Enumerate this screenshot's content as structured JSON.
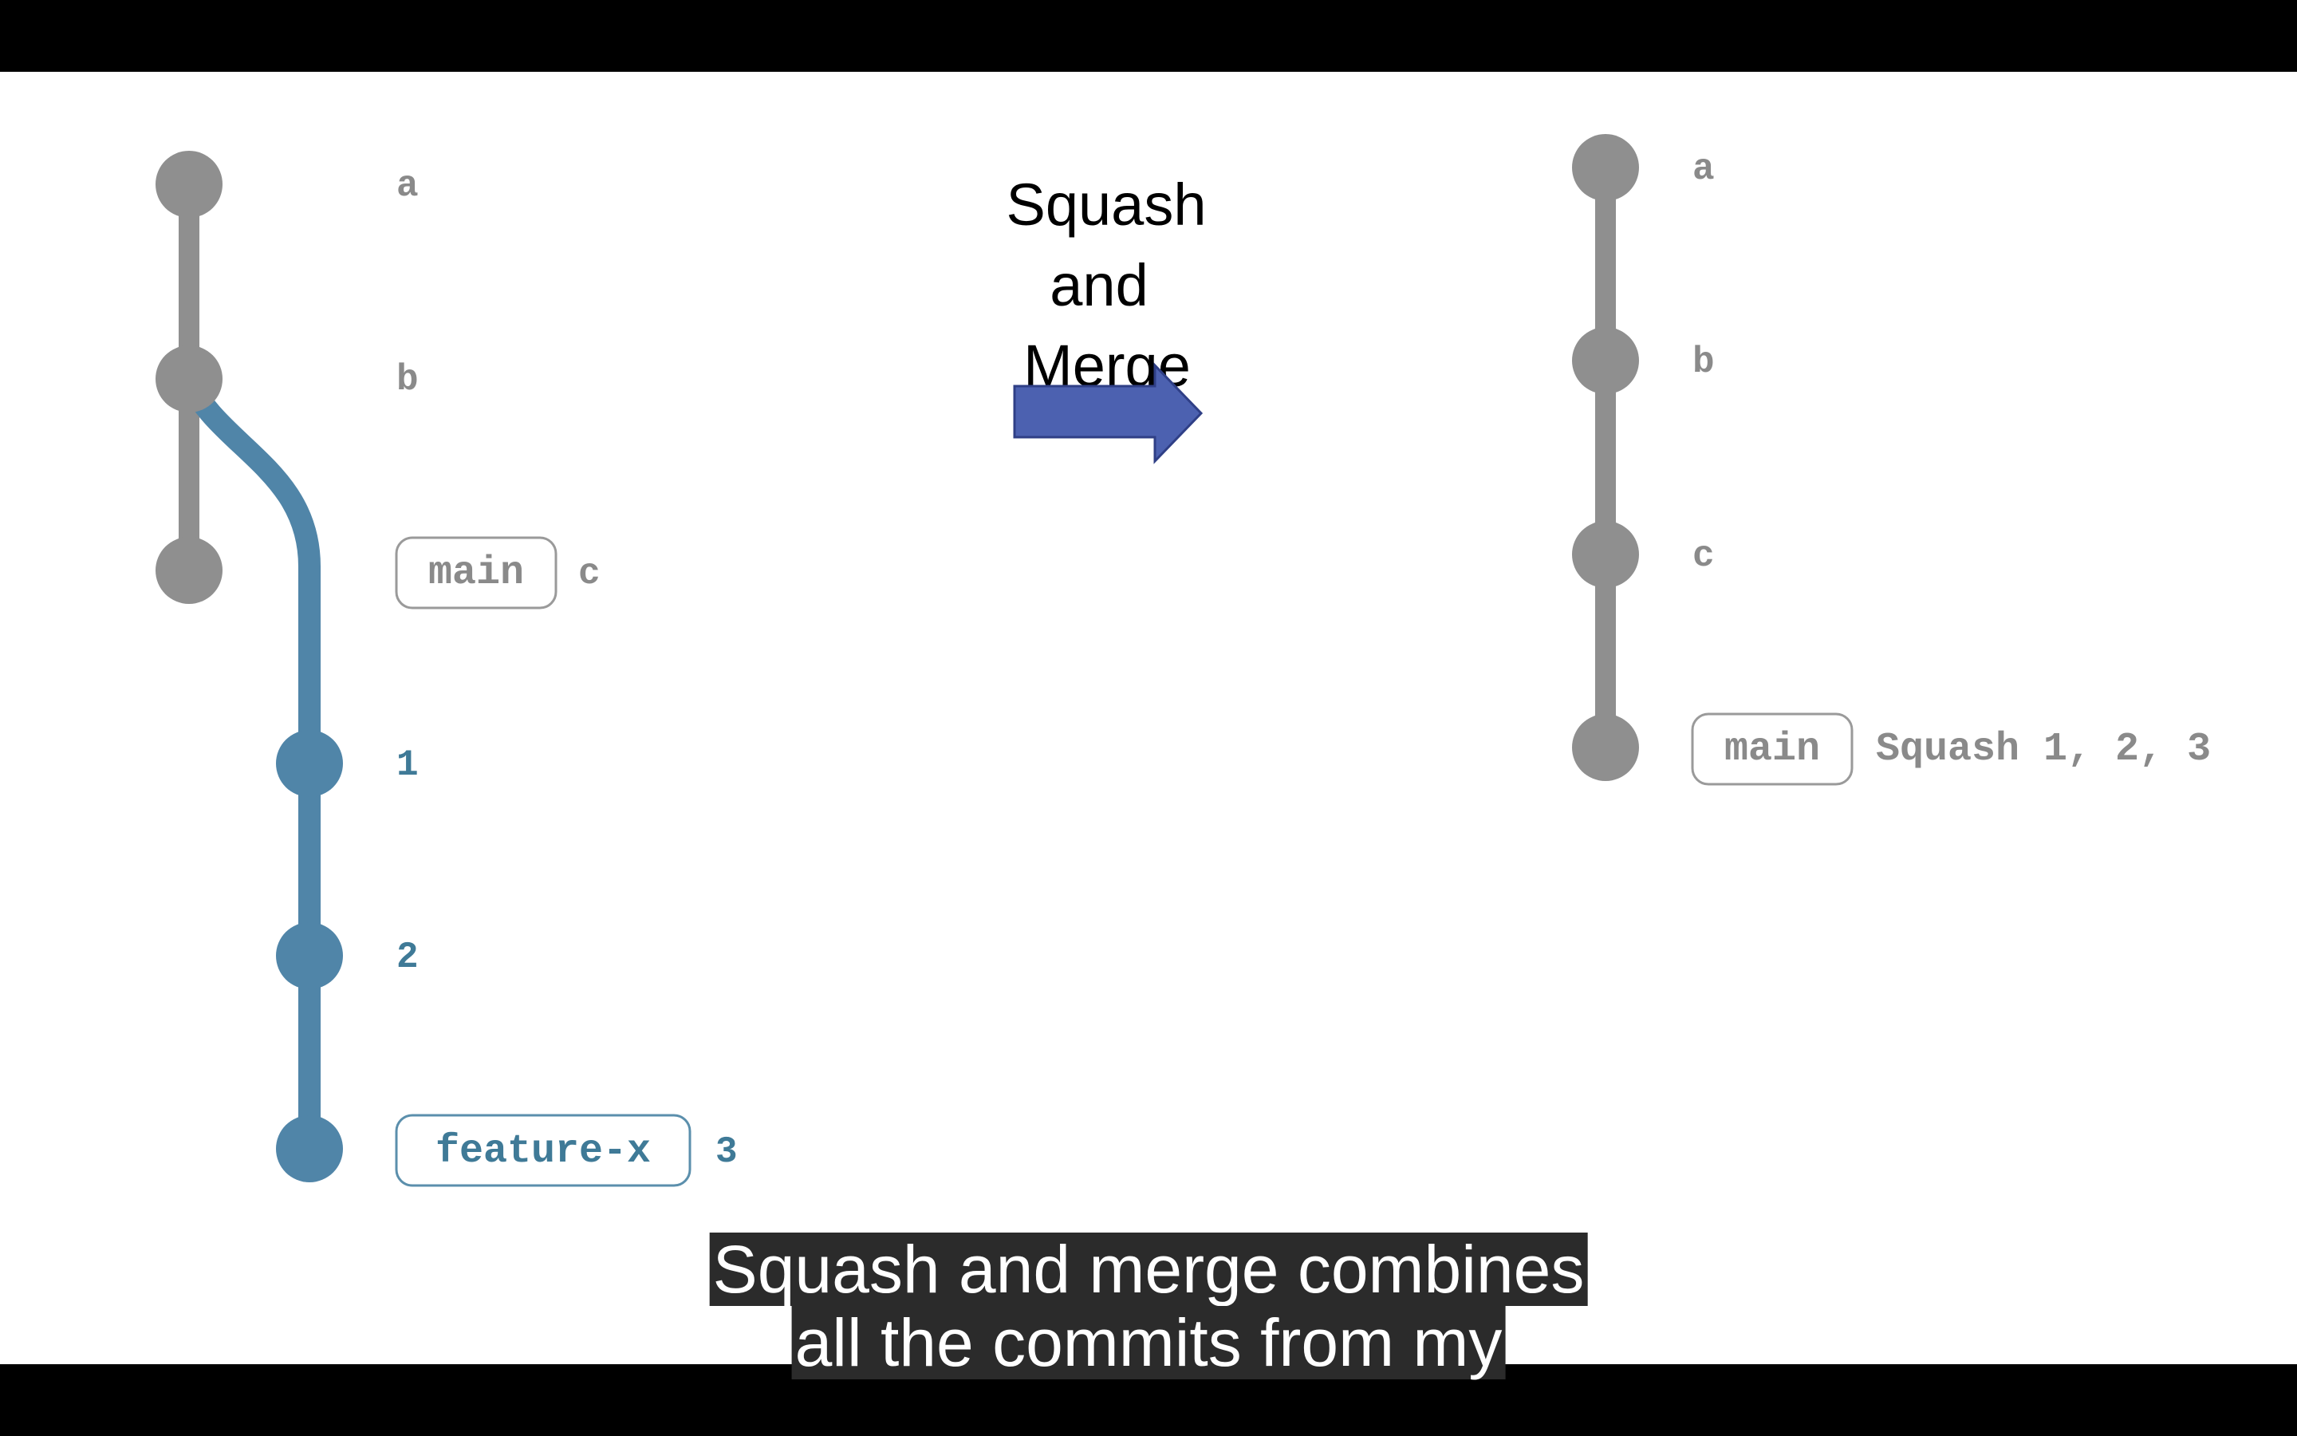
{
  "colors": {
    "background": "#ffffff",
    "letterbox": "#000000",
    "grey_commit": "#8f8f8f",
    "grey_text": "#8a8a8a",
    "blue_commit": "#5085a8",
    "blue_text": "#3f7a97",
    "arrow_fill": "#4c61b0",
    "arrow_stroke": "#2f3f86",
    "caption_bg": "#2b2b2b",
    "caption_text": "#ffffff"
  },
  "title": {
    "lines": [
      "Squash",
      "and",
      "Merge"
    ]
  },
  "before": {
    "main_commits": [
      "a",
      "b",
      "c"
    ],
    "main_branch_label": "main",
    "feature_commits": [
      "1",
      "2",
      "3"
    ],
    "feature_branch_label": "feature-x"
  },
  "after": {
    "commits": [
      "a",
      "b",
      "c",
      "Squash 1, 2, 3"
    ],
    "main_branch_label": "main"
  },
  "caption": {
    "line1": "Squash and merge combines",
    "line2": "all the commits from my"
  },
  "icons": {
    "arrow": "right-arrow-icon"
  }
}
